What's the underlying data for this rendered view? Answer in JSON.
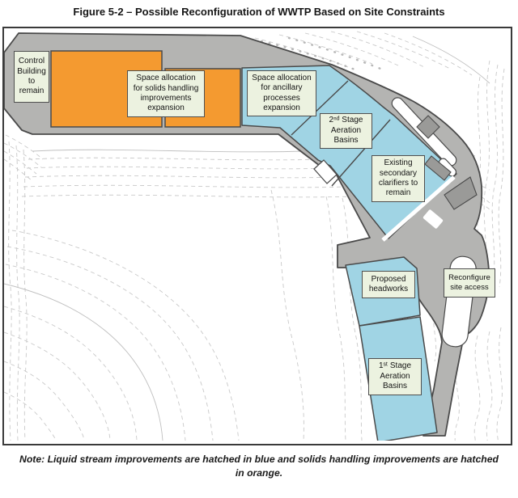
{
  "figure": {
    "title": "Figure 5-2 – Possible Reconfiguration of WWTP Based on Site Constraints",
    "note": "Note: Liquid stream improvements are hatched in blue and solids handling improvements are hatched in orange."
  },
  "labels": {
    "control": {
      "text": "Control\nBuilding\nto\nremain"
    },
    "solids": {
      "text": "Space allocation\nfor solids handling\nimprovements\nexpansion"
    },
    "ancillary": {
      "text": "Space allocation\nfor ancillary\nprocesses\nexpansion"
    },
    "stage2": {
      "text": "2ⁿᵈ Stage\nAeration\nBasins"
    },
    "clarifiers": {
      "text": "Existing\nsecondary\nclarifiers to\nremain"
    },
    "headworks": {
      "text": "Proposed\nheadworks"
    },
    "access": {
      "text": "Reconfigure\nsite access"
    },
    "stage1": {
      "text": "1ˢᵗ Stage\nAeration\nBasins"
    }
  },
  "colors": {
    "orange": "#F49A30",
    "blue": "#A0D4E4",
    "gray": "#B4B4B2",
    "dark_structure": "#9A9A98",
    "outline": "#4A4A4A",
    "label_bg": "#ECF2E0",
    "contour": "#C9C9C9"
  }
}
